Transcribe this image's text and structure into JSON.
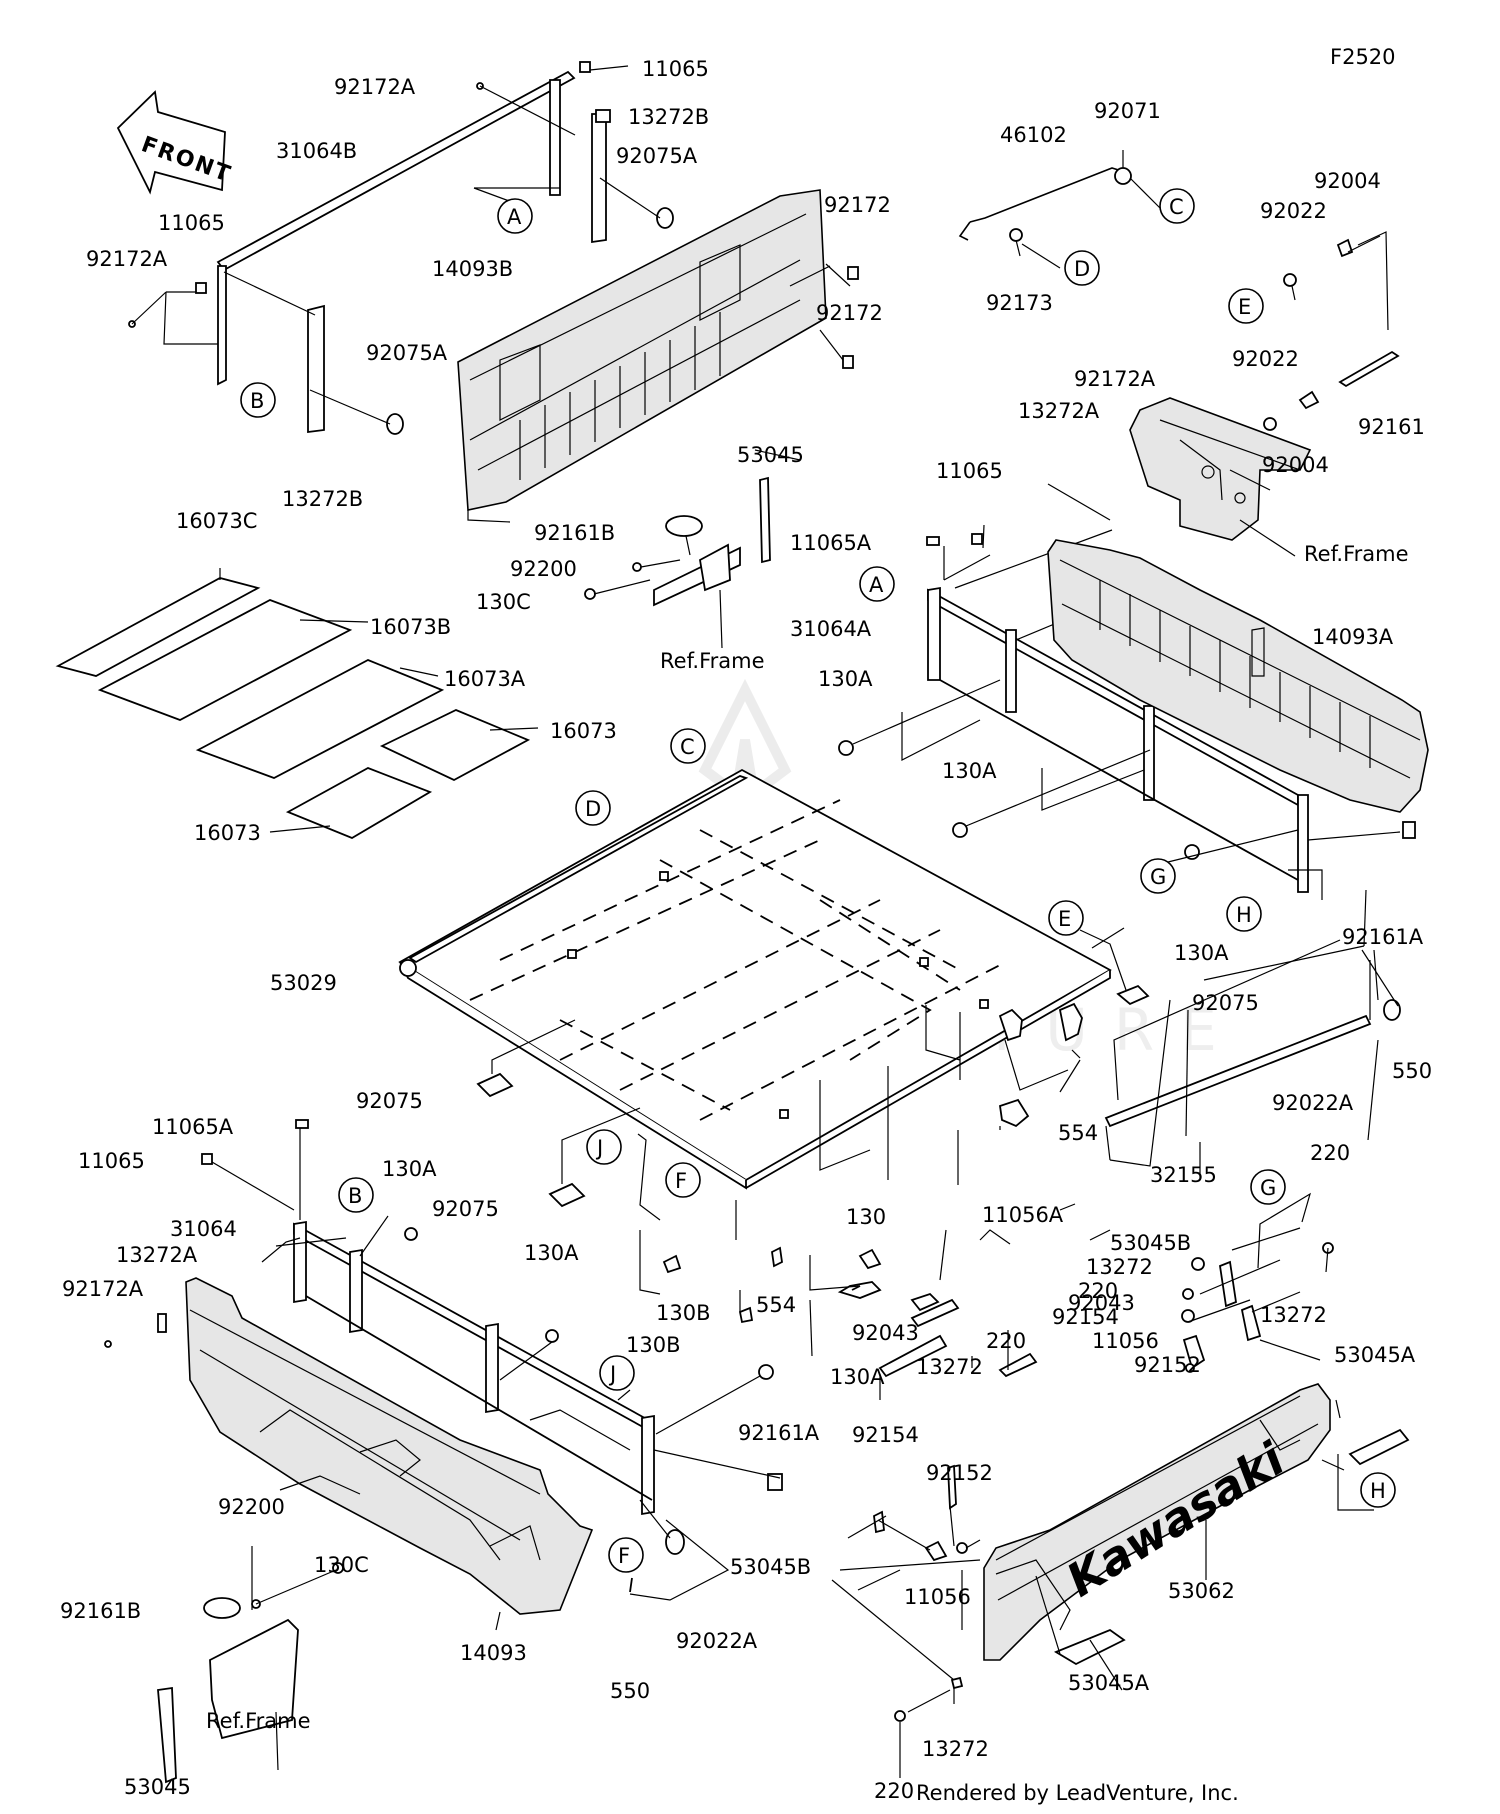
{
  "diagram": {
    "figure_code": "F2520",
    "front_label": "FRONT",
    "render_credit": "Rendered by LeadVenture, Inc.",
    "watermark": "LEADVENTURE",
    "brand_decal": "Kawasaki",
    "ref_frame_labels": [
      "Ref.Frame",
      "Ref.Frame",
      "Ref.Frame"
    ],
    "part_labels": [
      "11065",
      "92172A",
      "13272B",
      "92075A",
      "31064B",
      "11065",
      "92172A",
      "92075A",
      "13272B",
      "14093B",
      "92172",
      "92172",
      "46102",
      "92071",
      "92173",
      "92004",
      "92022",
      "92161",
      "92022",
      "92004",
      "92172A",
      "13272A",
      "11065",
      "11065A",
      "31064A",
      "14093A",
      "130A",
      "130A",
      "130A",
      "92161A",
      "53045",
      "92161B",
      "92200",
      "130C",
      "16073C",
      "16073B",
      "16073A",
      "16073",
      "16073",
      "53029",
      "92075",
      "92075",
      "92075",
      "550",
      "92022A",
      "32155",
      "554",
      "11056A",
      "130",
      "92043",
      "92043",
      "554",
      "130B",
      "130B",
      "11065A",
      "11065",
      "31064",
      "13272A",
      "92172A",
      "130A",
      "130A",
      "130A",
      "92161A",
      "92200",
      "130C",
      "92161B",
      "14093",
      "550",
      "92022A",
      "53045",
      "220",
      "53045B",
      "13272",
      "220",
      "13272",
      "92154",
      "11056",
      "92152",
      "53045A",
      "220",
      "13272",
      "92154",
      "92152",
      "53045B",
      "11056",
      "53062",
      "53045A",
      "220",
      "13272"
    ],
    "callouts": [
      "A",
      "B",
      "C",
      "D",
      "E",
      "A",
      "C",
      "D",
      "E",
      "G",
      "H",
      "F",
      "J",
      "B",
      "J",
      "F",
      "G",
      "H"
    ]
  }
}
